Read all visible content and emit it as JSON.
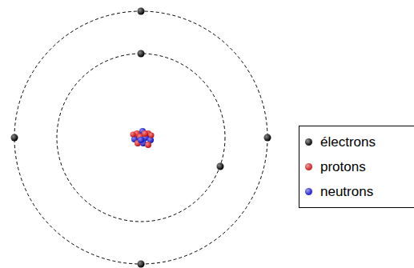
{
  "diagram": {
    "legend": [
      {
        "text": "électrons",
        "color": "#1a1a1a"
      },
      {
        "text": "protons",
        "color": "#d42a2a"
      },
      {
        "text": "neutrons",
        "color": "#2a2ad4"
      }
    ]
  }
}
